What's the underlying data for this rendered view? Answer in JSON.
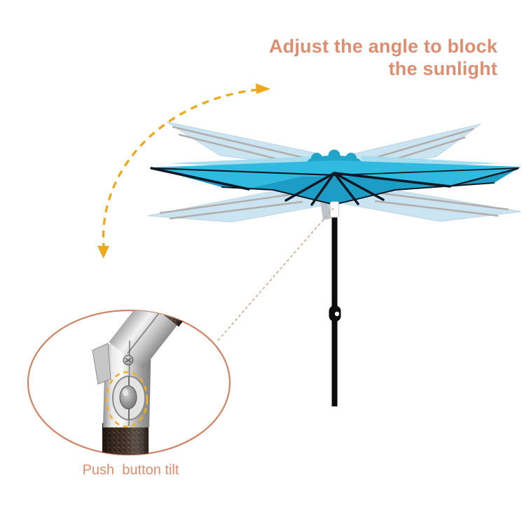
{
  "title": {
    "line1": "Adjust the angle to block",
    "line2": "the sunlight"
  },
  "inset": {
    "caption": "Push  button tilt",
    "subject": "tilt-joint-close-up",
    "parts": [
      "upper-pole-bronze",
      "chrome-hinge-housing",
      "screw",
      "push-button",
      "lower-pole-bronze"
    ]
  },
  "umbrella": {
    "positions": [
      "canopy-tilted-up-ghost",
      "canopy-horizontal-solid",
      "canopy-tilted-down-ghost"
    ],
    "parts": [
      "finial-cap",
      "canopy",
      "ribs",
      "tilt-joint",
      "pole",
      "crank-handle"
    ]
  },
  "annotations": {
    "tilt_arc_arrow": "dashed double-headed arc showing tilt range",
    "connector_line": "dashed line linking inset circle to tilt joint",
    "button_highlight": "dashed circle around push button"
  },
  "colors": {
    "background": "#FFFFFF",
    "accent_text": "#DD8E70",
    "canopy_top": "#30BADF",
    "canopy_underside": "#1C9DC6",
    "canopy_overlap": "#A6DEEF",
    "canopy_ghost": "#CBE4F1",
    "ghost_rib": "#B3AEAB",
    "ghost_edge": "#BDD5E2",
    "rib_black": "#0D1A26",
    "pole_black": "#0D0D0F",
    "cap_teal": "#1FA6C9",
    "arrow_gold": "#EFA81C",
    "highlight_gold": "#F2B01F",
    "inset_circle_stroke": "#CE8465",
    "connector_tan": "#C8A07E"
  }
}
